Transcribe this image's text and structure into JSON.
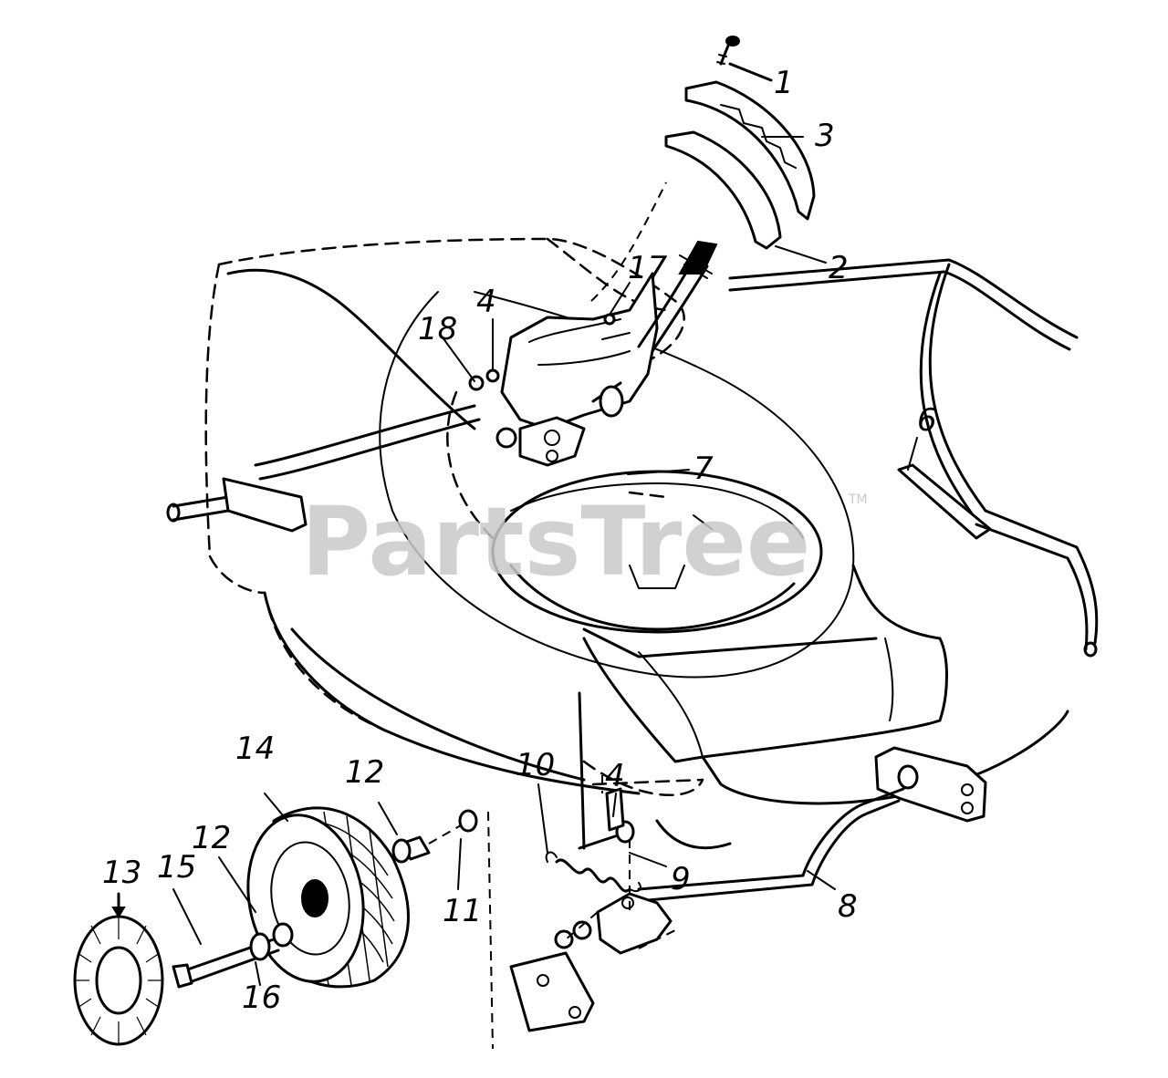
{
  "watermark": {
    "text": "PartsTree",
    "trademark": "TM"
  },
  "callouts": [
    "1",
    "2",
    "3",
    "4",
    "4",
    "6",
    "7",
    "8",
    "9",
    "10",
    "11",
    "12",
    "12",
    "13",
    "14",
    "15",
    "16",
    "17",
    "18"
  ]
}
